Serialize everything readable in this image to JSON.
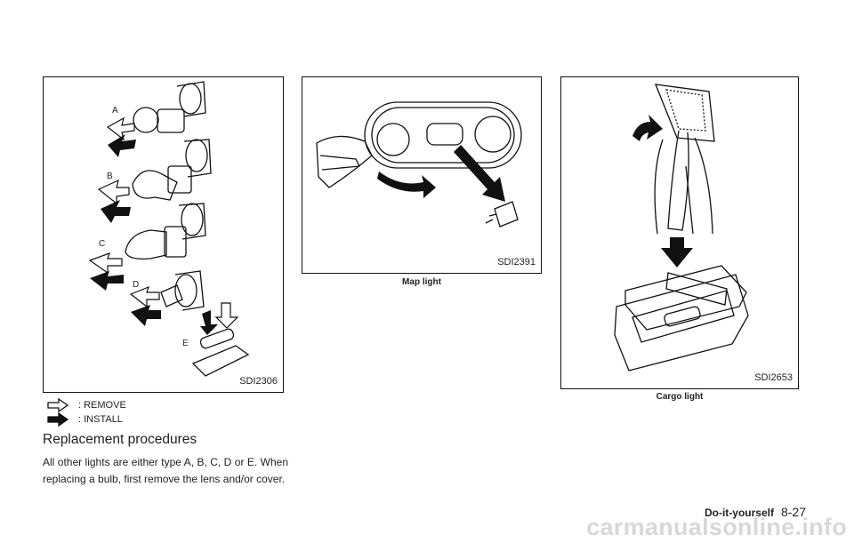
{
  "figures": {
    "bulbs": {
      "code": "SDI2306",
      "labels": [
        "A",
        "B",
        "C",
        "D",
        "E"
      ]
    },
    "map_light": {
      "code": "SDI2391",
      "caption": "Map light"
    },
    "cargo_light": {
      "code": "SDI2653",
      "caption": "Cargo light"
    }
  },
  "legend": [
    {
      "icon": "remove-arrow-icon",
      "label": ": REMOVE"
    },
    {
      "icon": "install-arrow-icon",
      "label": ": INSTALL"
    }
  ],
  "heading": "Replacement procedures",
  "paragraph": "All other lights are either type A, B, C, D or E. When replacing a bulb, first remove the lens and/or cover.",
  "footer": {
    "section": "Do-it-yourself",
    "page": "8-27"
  },
  "watermark": "carmanualsonline.info"
}
